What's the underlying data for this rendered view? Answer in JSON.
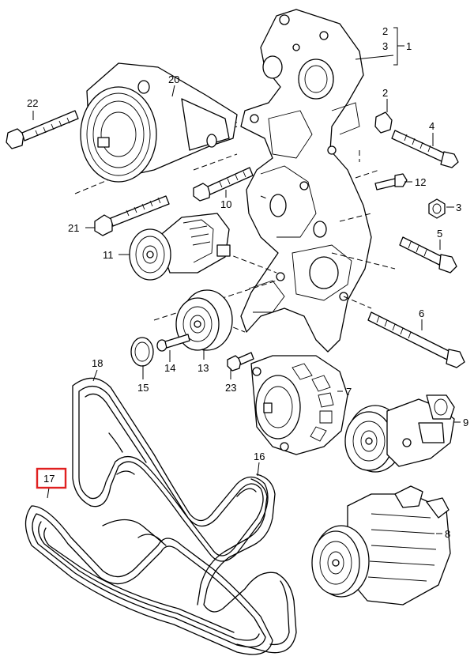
{
  "callouts": {
    "c1": "1",
    "c2a": "2",
    "c2b": "2",
    "c3": "3",
    "c4": "4",
    "c5": "5",
    "c6": "6",
    "c7": "7",
    "c8": "8",
    "c9": "9",
    "c10": "10",
    "c11": "11",
    "c12": "12",
    "c13": "13",
    "c14": "14",
    "c15": "15",
    "c16": "16",
    "c17": "17",
    "c18": "18",
    "c20": "20",
    "c21": "21",
    "c22": "22",
    "c23": "23"
  },
  "highlight": {
    "part": "17",
    "color": "#e02020"
  },
  "colors": {
    "line": "#000000",
    "background": "#ffffff"
  }
}
